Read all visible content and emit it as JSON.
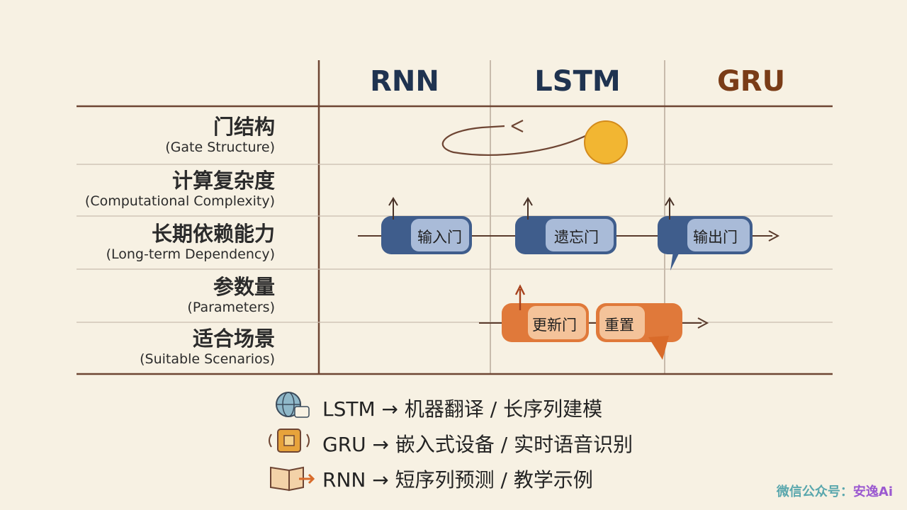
{
  "columns": [
    {
      "label": "RNN",
      "color": "#1f3350"
    },
    {
      "label": "LSTM",
      "color": "#1f3350"
    },
    {
      "label": "GRU",
      "color": "#7a3c17"
    }
  ],
  "rows": [
    {
      "zh": "门结构",
      "en": "(Gate Structure)"
    },
    {
      "zh": "计算复杂度",
      "en": "(Computational Complexity)"
    },
    {
      "zh": "长期依赖能力",
      "en": "(Long-term Dependency)"
    },
    {
      "zh": "参数量",
      "en": "(Parameters)"
    },
    {
      "zh": "适合场景",
      "en": "(Suitable Scenarios)"
    }
  ],
  "gates_blue": [
    {
      "label": "输入门"
    },
    {
      "label": "遗忘门"
    },
    {
      "label": "输出门"
    }
  ],
  "gates_orange": [
    {
      "label": "更新门"
    },
    {
      "label": "重置"
    }
  ],
  "summary": [
    {
      "text": "LSTM → 机器翻译 / 长序列建模",
      "icon": "globe-chat-icon"
    },
    {
      "text": "GRU → 嵌入式设备 / 实时语音识别",
      "icon": "chip-icon"
    },
    {
      "text": "RNN → 短序列预测 / 教学示例",
      "icon": "book-arrow-icon"
    }
  ],
  "watermark": {
    "prefix": "微信公众号：",
    "brand": "安逸Ai"
  },
  "colors": {
    "background": "#f7f1e3",
    "grid": "#7a4a36",
    "gate_blue": "#3d5a86",
    "gate_orange": "#e07a33",
    "sun": "#f0b429"
  }
}
